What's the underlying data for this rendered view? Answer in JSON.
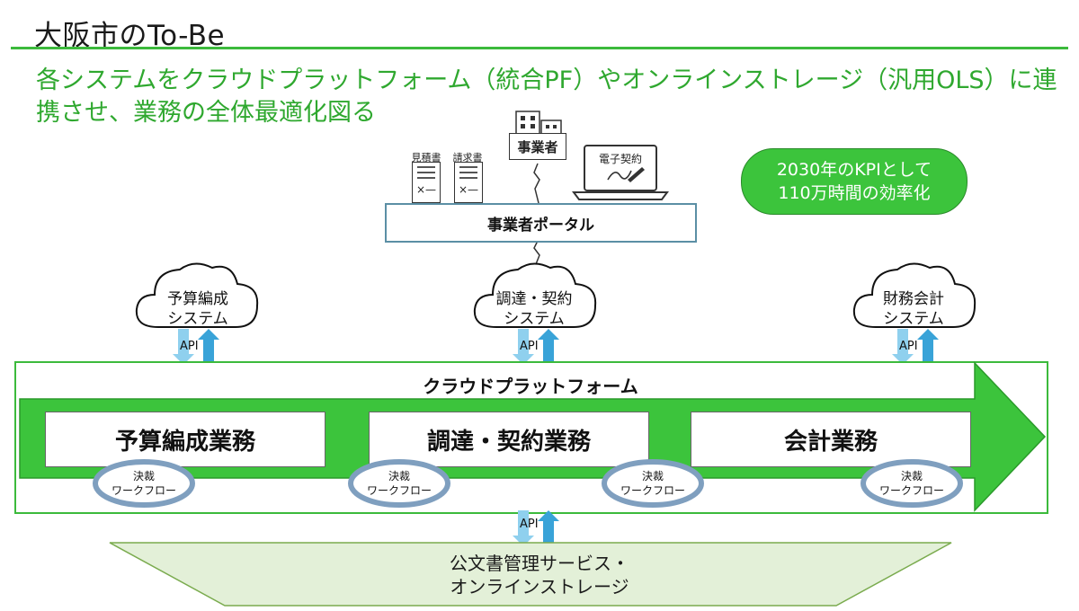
{
  "header": {
    "title": "大阪市のTo-Be",
    "subtitle_line1": "各システムをクラウドプラットフォーム（統合PF）やオンラインストレージ（汎用OLS）に連",
    "subtitle_line2": "携させ、業務の全体最適化図る"
  },
  "top_icons": {
    "estimate_label": "見積書",
    "invoice_label": "請求書",
    "doc_mark": "×—",
    "business_label": "事業者",
    "econtract_label": "電子契約"
  },
  "portal": {
    "label": "事業者ポータル"
  },
  "kpi": {
    "line1": "2030年のKPIとして",
    "line2": "110万時間の効率化"
  },
  "systems": [
    {
      "line1": "予算編成",
      "line2": "システム"
    },
    {
      "line1": "調達・契約",
      "line2": "システム"
    },
    {
      "line1": "財務会計",
      "line2": "システム"
    }
  ],
  "api_label": "API",
  "platform": {
    "title": "クラウドプラットフォーム",
    "operations": [
      "予算編成業務",
      "調達・契約業務",
      "会計業務"
    ]
  },
  "workflow": {
    "line1": "決裁",
    "line2": "ワークフロー"
  },
  "storage": {
    "line1": "公文書管理サービス・",
    "line2": "オンラインストレージ"
  },
  "colors": {
    "green_accent": "#3cba3c",
    "kpi_fill": "#3cc43c",
    "api_arrow_light": "#8fd0ee",
    "api_arrow_dark": "#39a3d8",
    "workflow_ring": "#7f9fbf",
    "storage_fill": "#e3f0d8"
  }
}
